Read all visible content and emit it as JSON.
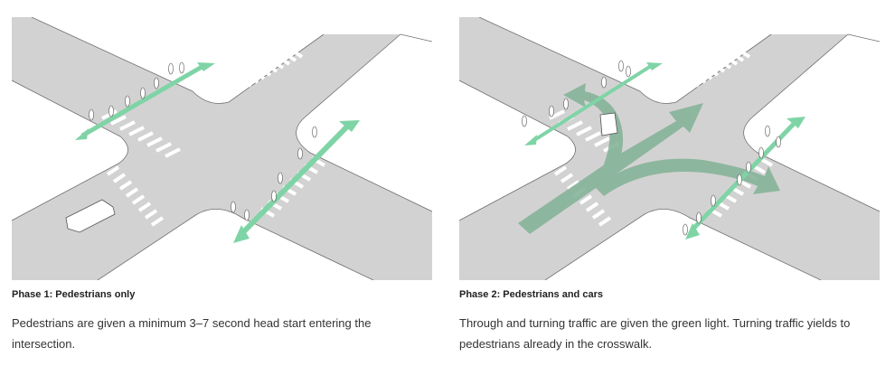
{
  "colors": {
    "road": "#d3d2d2",
    "road_edge": "#6f6f6f",
    "crosswalk": "#ffffff",
    "ped_arrow": "#7fd4a6",
    "car_arrow": "#86b49a"
  },
  "panels": [
    {
      "title": "Phase 1: Pedestrians only",
      "description": "Pedestrians are given a minimum 3–7 second head start entering the intersection.",
      "illustration": "intersection with pedestrian crossing arrows only"
    },
    {
      "title": "Phase 2: Pedestrians and cars",
      "description": "Through and turning traffic are given the green light. Turning traffic yields to pedestrians already in the crosswalk.",
      "illustration": "intersection with pedestrian arrows and through/turning traffic arrows"
    }
  ]
}
